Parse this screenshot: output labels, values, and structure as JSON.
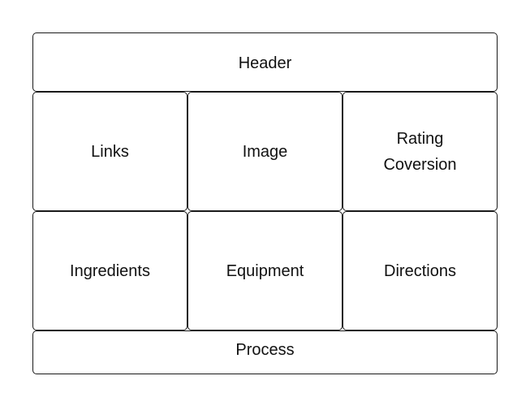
{
  "diagram": {
    "boxes": {
      "header": "Header",
      "links": "Links",
      "image": "Image",
      "rating": "Rating Coversion",
      "ingredients": "Ingredients",
      "equipment": "Equipment",
      "directions": "Directions",
      "process": "Process"
    }
  }
}
